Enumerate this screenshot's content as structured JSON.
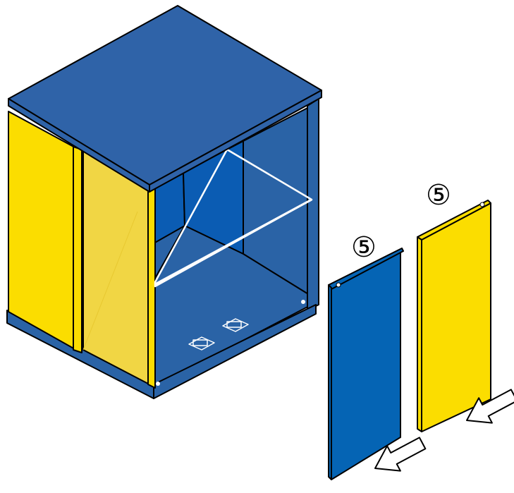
{
  "parts": [
    {
      "id": "door-blue",
      "number_label": "⑤",
      "color": "#0564b4"
    },
    {
      "id": "door-yellow",
      "number_label": "⑤",
      "color": "#fbdd00"
    }
  ],
  "colors": {
    "cabinet_top": "#2f63a8",
    "cabinet_body": "#2a63a6",
    "cabinet_interior": "#0b5cb3",
    "side_panel": "#fbdd00",
    "door_panel_fitted": "#f1d644",
    "outline": "#000000",
    "shelf_glass": "#ffffff"
  },
  "icons": [
    "insert-arrow-icon",
    "insert-arrow-icon",
    "hinge-clip-icon",
    "hinge-clip-icon"
  ]
}
